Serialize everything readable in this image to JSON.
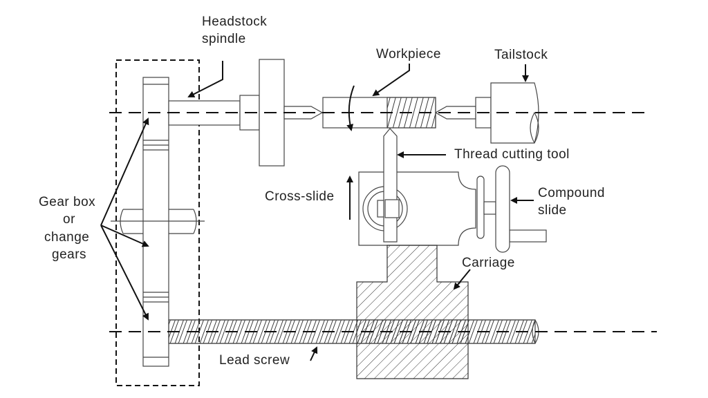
{
  "labels": {
    "headstock": "Headstock",
    "spindle": "spindle",
    "workpiece": "Workpiece",
    "tailstock": "Tailstock",
    "tool": "Thread cutting tool",
    "cross_slide": "Cross-slide",
    "compound1": "Compound",
    "compound2": "slide",
    "gear1": "Gear box",
    "gear2": "or",
    "gear3": "change",
    "gear4": "gears",
    "carriage": "Carriage",
    "lead_screw": "Lead screw"
  },
  "colors": {
    "line": "#222222",
    "background": "#ffffff"
  }
}
